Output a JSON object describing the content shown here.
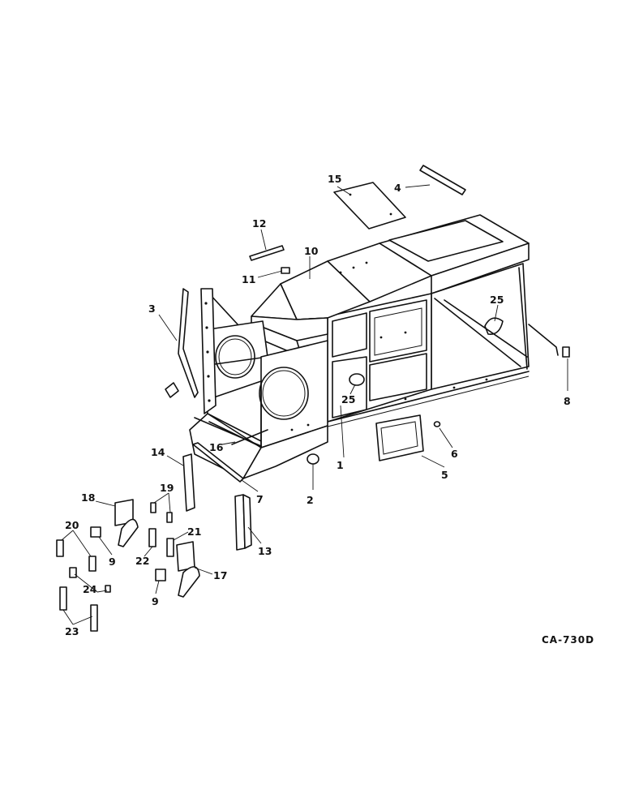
{
  "figure_code": "CA-730D",
  "callouts": {
    "c1": "1",
    "c2": "2",
    "c3": "3",
    "c4": "4",
    "c5": "5",
    "c6": "6",
    "c7": "7",
    "c8": "8",
    "c9a": "9",
    "c9b": "9",
    "c10": "10",
    "c11": "11",
    "c12": "12",
    "c13": "13",
    "c14": "14",
    "c15": "15",
    "c16": "16",
    "c17": "17",
    "c18": "18",
    "c19": "19",
    "c20": "20",
    "c21": "21",
    "c22": "22",
    "c23": "23",
    "c24": "24",
    "c25a": "25",
    "c25b": "25"
  }
}
